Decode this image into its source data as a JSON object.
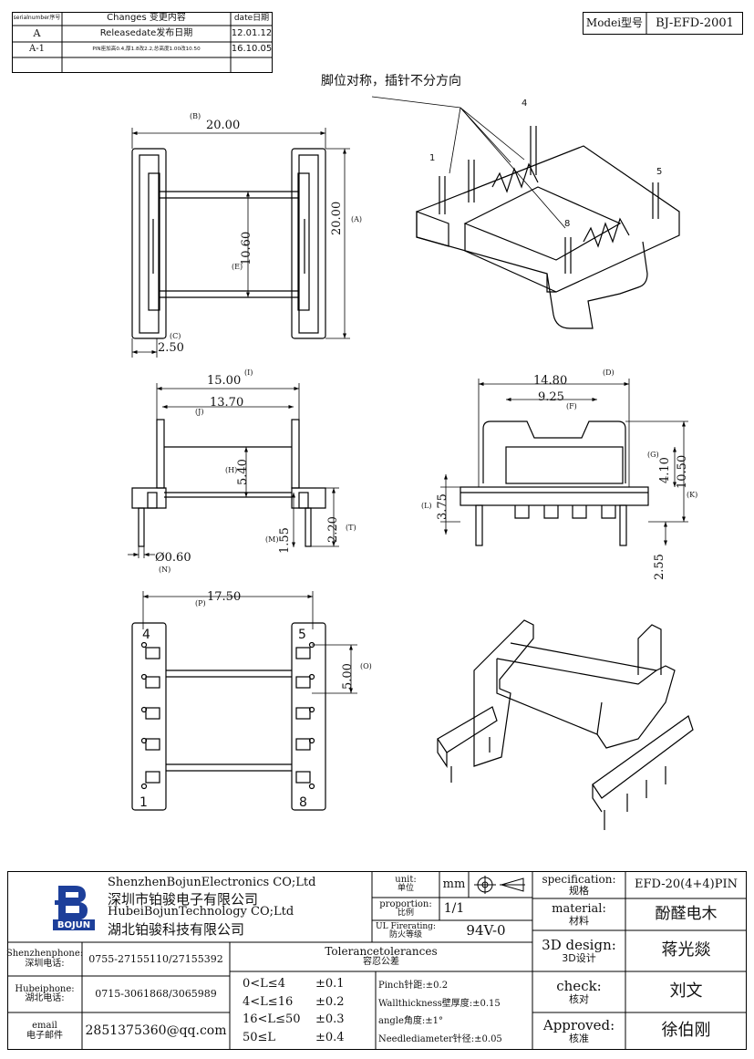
{
  "revision_table": {
    "headers": {
      "serial": "serialnumber序号",
      "changes": "Changes 变更内容",
      "date": "date日期"
    },
    "rows": [
      {
        "serial": "A",
        "change": "Releasedate发布日期",
        "date": "12.01.12"
      },
      {
        "serial": "A-1",
        "change": "PIN座加高0.4,厚1.8改2.2,总高度1.00改10.50",
        "date": "16.10.05"
      }
    ]
  },
  "model_box": {
    "label": "Modei型号",
    "value": "BJ-EFD-2001"
  },
  "note": "脚位对称，插针不分方向",
  "pin_labels": [
    "1",
    "4",
    "5",
    "8"
  ],
  "dimensions": {
    "top": {
      "B": "(B)",
      "B_val": "20.00",
      "A": "(A)",
      "A_val": "20.00",
      "E": "(E)",
      "E_val": "10.60",
      "C": "(C)",
      "C_val": "2.50"
    },
    "front": {
      "I": "(I)",
      "I_val": "15.00",
      "J": "(J)",
      "J_val": "13.70",
      "H": "(H)",
      "H_val": "5.40",
      "M": "(M)",
      "M_val": "1.55",
      "T": "(T)",
      "T_val": "2.20",
      "N": "(N)",
      "N_val": "Ø0.60"
    },
    "side": {
      "D": "(D)",
      "D_val": "14.80",
      "F": "(F)",
      "F_val": "9.25",
      "G": "(G)",
      "G_val": "4.10",
      "K": "(K)",
      "K_val": "10.50",
      "L": "(L)",
      "L_val": "3.75",
      "S_val": "2.55"
    },
    "bottom": {
      "P": "(P)",
      "P_val": "17.50",
      "O": "(O)",
      "O_val": "5.00"
    }
  },
  "title_block": {
    "company": {
      "en1": "ShenzhenBojunElectronics CO;Ltd",
      "cn1": "深圳市铂骏电子有限公司",
      "en2": "HubeiBojunTechnology CO;Ltd",
      "cn2": "湖北铂骏科技有限公司",
      "logo_text": "BOJUN",
      "logo_letters": "JB",
      "logo_color": "#1d3f9a"
    },
    "unit": {
      "label_en": "unit:",
      "label_cn": "单位",
      "value": "mm"
    },
    "proportion": {
      "label_en": "proportion:",
      "label_cn": "比例",
      "value": "1/1"
    },
    "fire": {
      "label_en": "UL Firerating:",
      "label_cn": "防火等级",
      "value": "94V-0"
    },
    "spec": {
      "label_en": "specification:",
      "label_cn": "规格",
      "value": "EFD-20(4+4)PIN"
    },
    "material": {
      "label_en": "material:",
      "label_cn": "材料",
      "value": "酚醛电木"
    },
    "design": {
      "label_en": "3D design:",
      "label_cn": "3D设计",
      "value": "蒋光燚"
    },
    "check": {
      "label_en": "check:",
      "label_cn": "核对",
      "value": "刘文"
    },
    "approved": {
      "label_en": "Approved:",
      "label_cn": "核准",
      "value": "徐伯刚"
    },
    "contacts": [
      {
        "label_en": "Shenzhenphone:",
        "label_cn": "深圳电话:",
        "value": "0755-27155110/27155392"
      },
      {
        "label_en": "Hubeiphone:",
        "label_cn": "湖北电话:",
        "value": "0715-3061868/3065989"
      },
      {
        "label_en": "email",
        "label_cn": "电子邮件",
        "value": "2851375360@qq.com"
      }
    ],
    "tolerances": {
      "title_en": "Tolerancetolerances",
      "title_cn": "容忍公差",
      "ranges": [
        {
          "range": "0<L≤4",
          "tol": "±0.1"
        },
        {
          "range": "4<L≤16",
          "tol": "±0.2"
        },
        {
          "range": "16<L≤50",
          "tol": "±0.3"
        },
        {
          "range": "50≤L",
          "tol": "±0.4"
        }
      ],
      "notes": [
        "Pinch针距:±0.2",
        "Wallthickness壁厚度:±0.15",
        "angle角度:±1°",
        "Needlediameter针径:±0.05"
      ]
    }
  }
}
